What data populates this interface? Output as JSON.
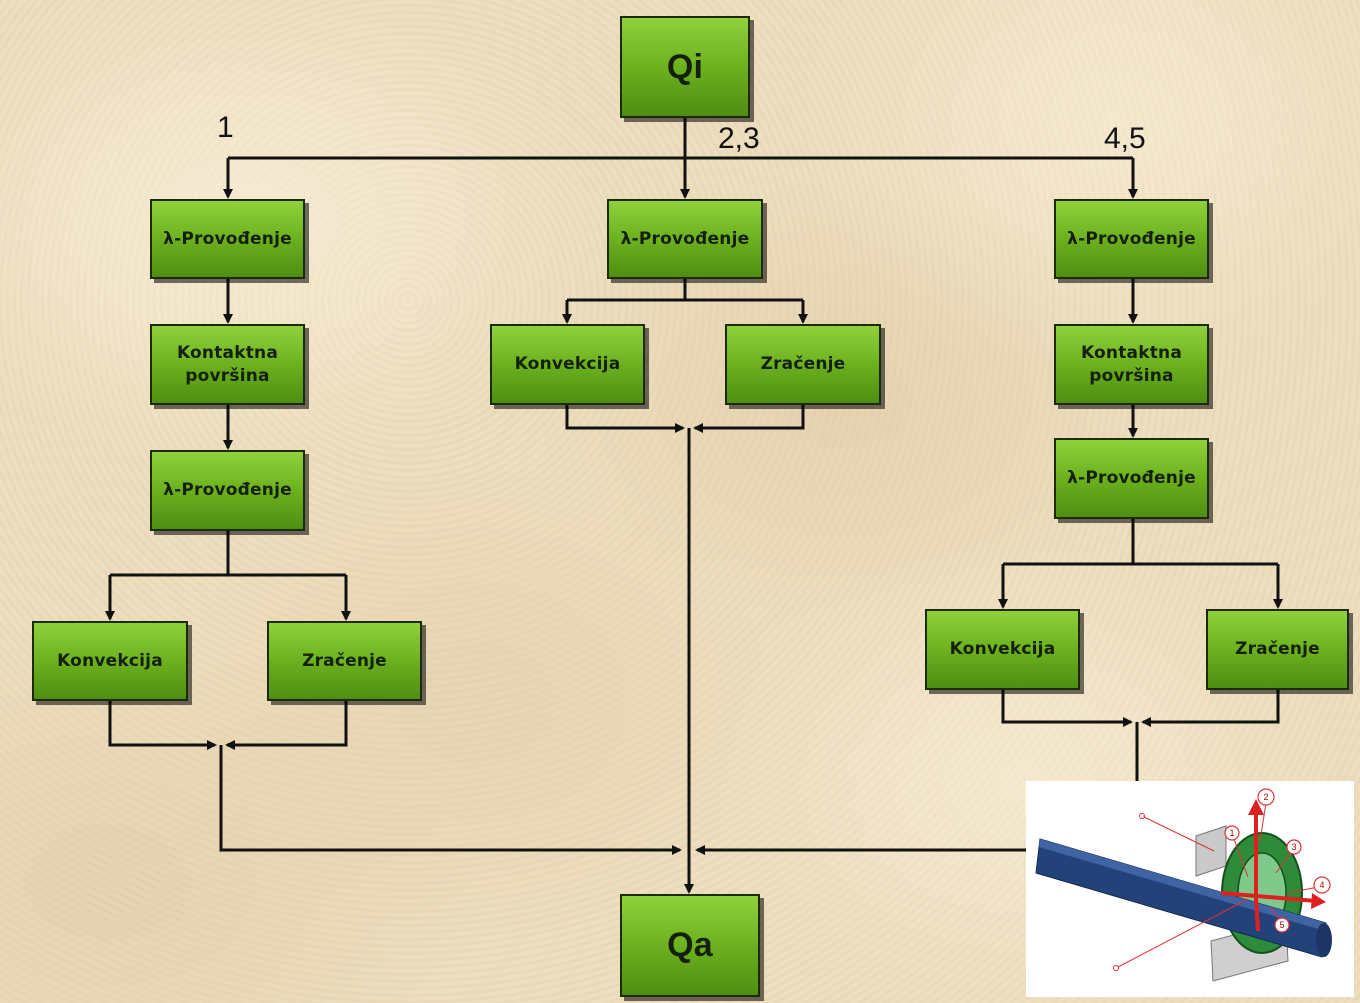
{
  "nodes": {
    "qi": "Qi",
    "qa": "Qa",
    "b1_provodenje_1": "λ-Provođenje",
    "b1_kontaktna": "Kontaktna\npovršina",
    "b1_provodenje_2": "λ-Provođenje",
    "b1_konvekcija": "Konvekcija",
    "b1_zracenje": "Zračenje",
    "b2_provodenje": "λ-Provođenje",
    "b2_konvekcija": "Konvekcija",
    "b2_zracenje": "Zračenje",
    "b3_provodenje_1": "λ-Provođenje",
    "b3_kontaktna": "Kontaktna\npovršina",
    "b3_provodenje_2": "λ-Provođenje",
    "b3_konvekcija": "Konvekcija",
    "b3_zracenje": "Zračenje"
  },
  "branch_labels": {
    "left": "1",
    "center": "2,3",
    "right": "4,5"
  },
  "colors": {
    "box_top": "#8fd13c",
    "box_bottom": "#4f8e12",
    "line": "#111111",
    "background": "#ecdcbc"
  },
  "inset": {
    "callouts": [
      "1",
      "2",
      "3",
      "4",
      "5"
    ]
  }
}
